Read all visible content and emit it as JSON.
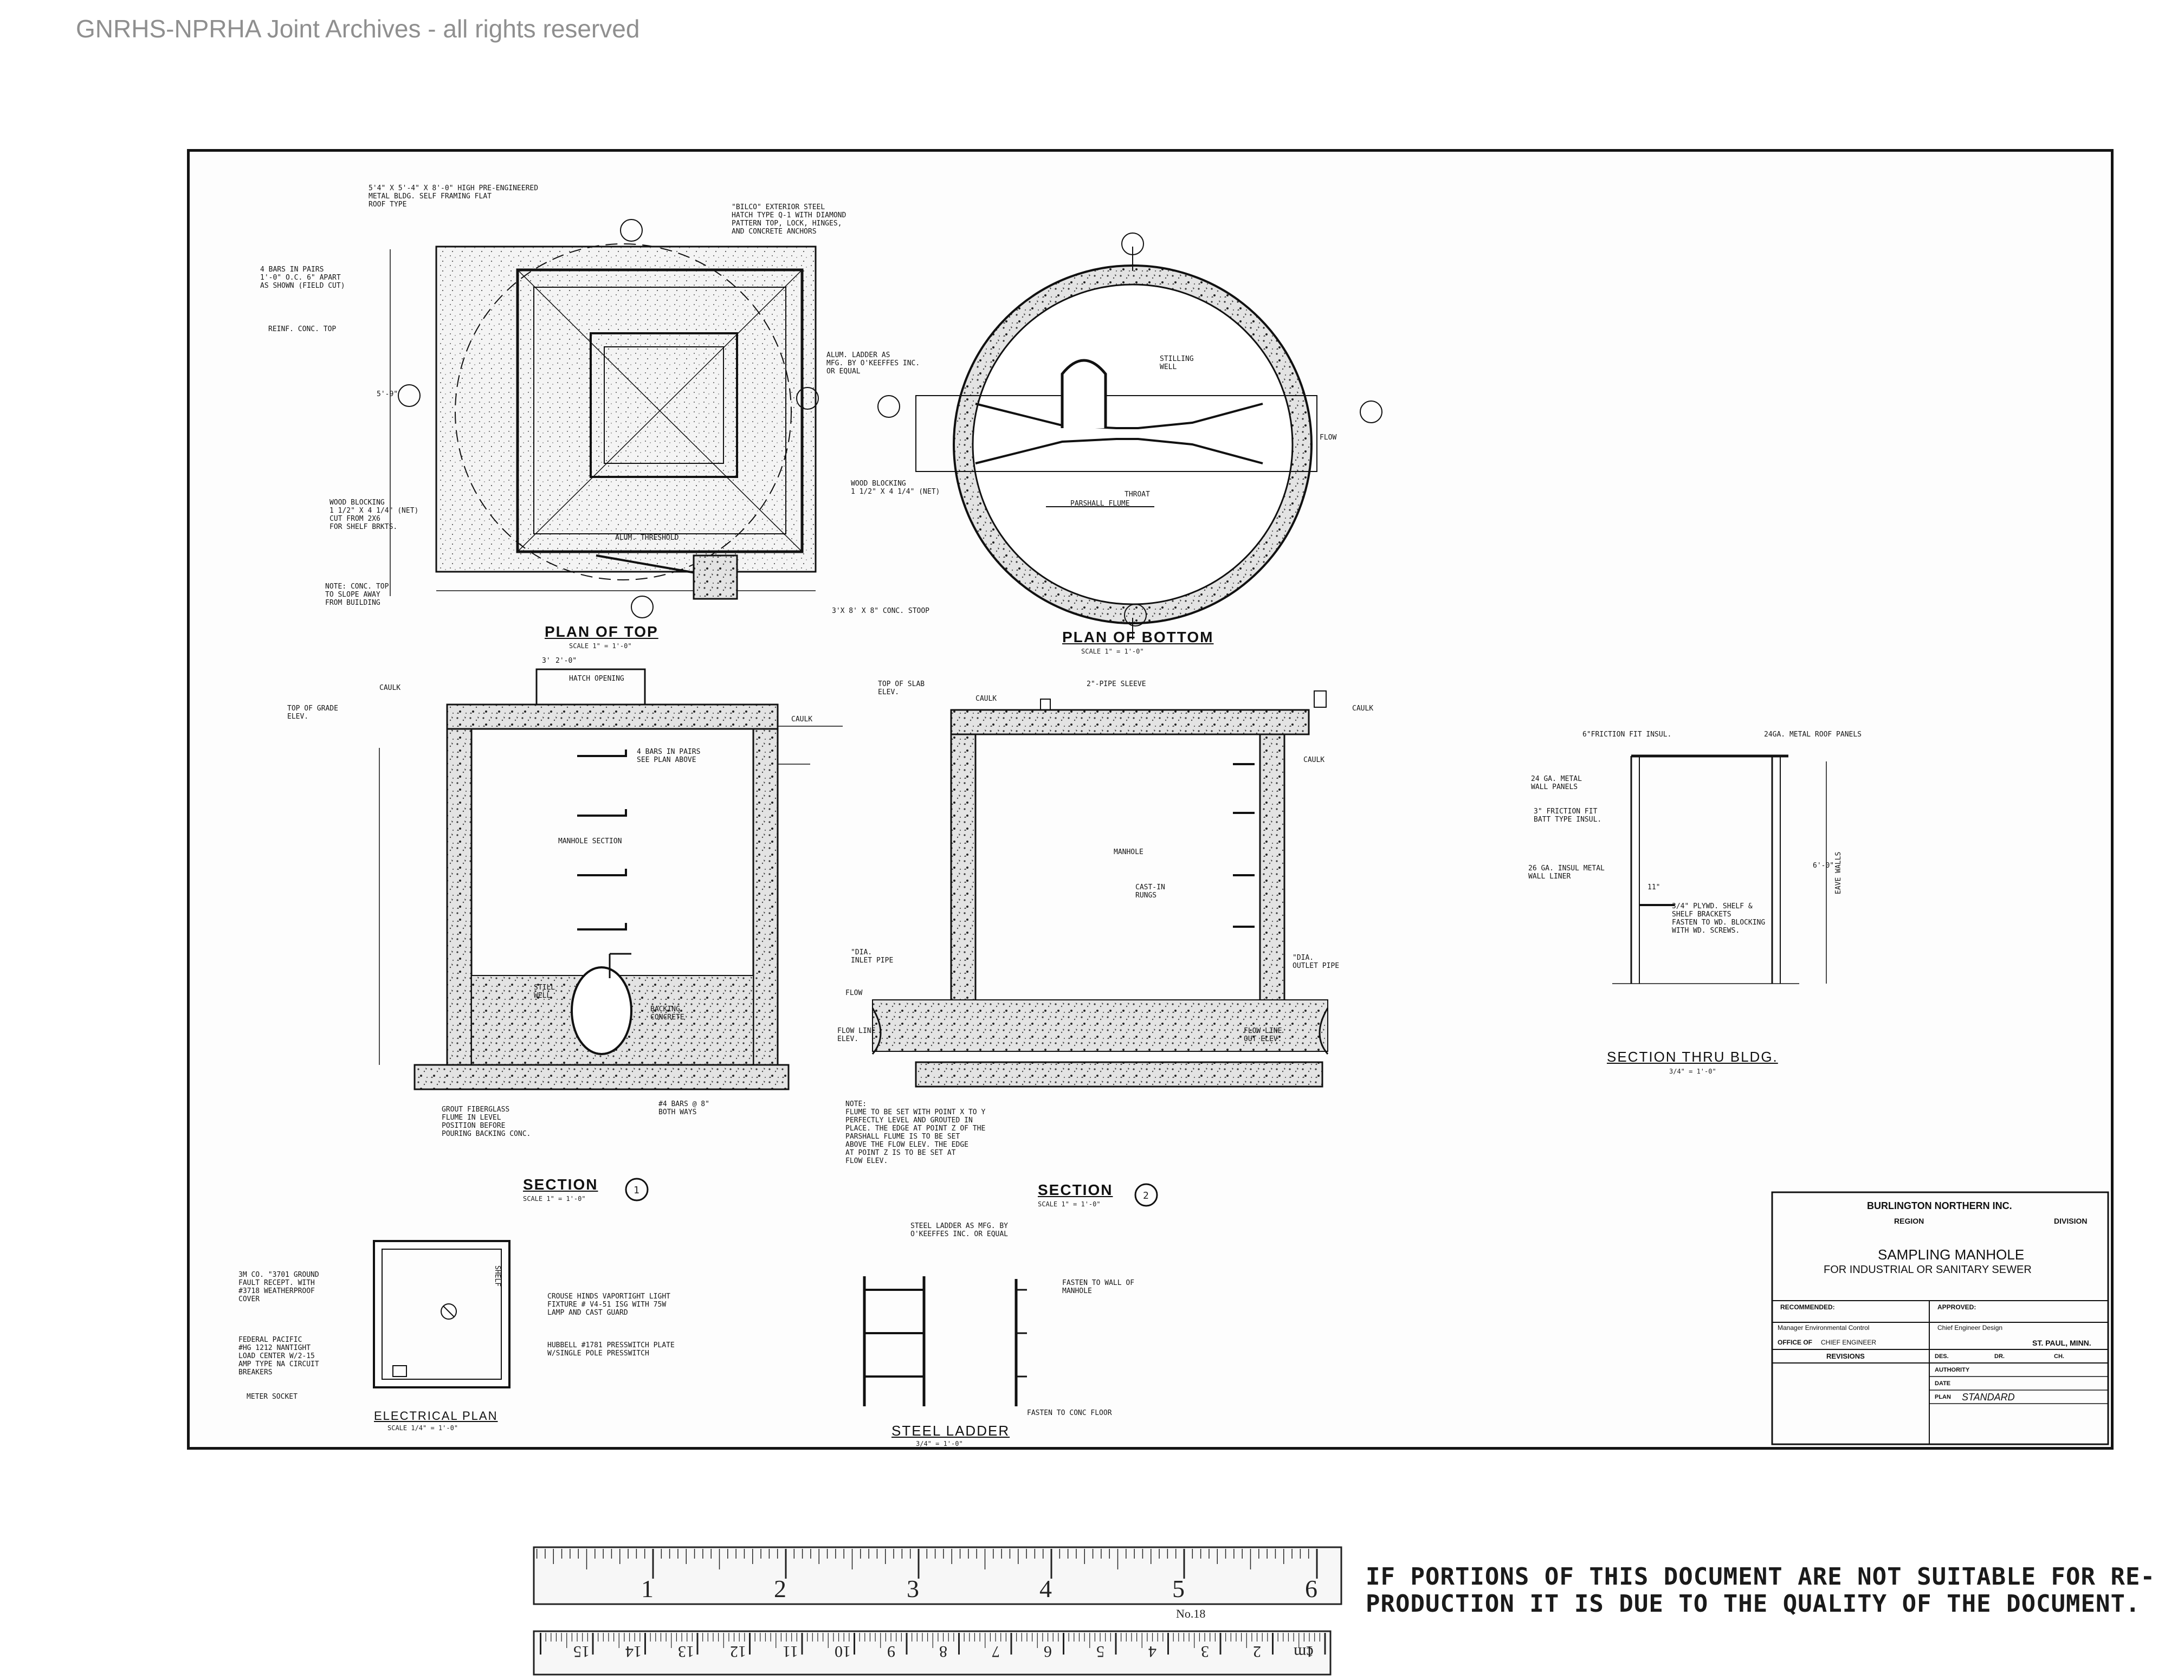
{
  "watermark": "GNRHS-NPRHA Joint Archives - all rights reserved",
  "views": {
    "plan_top": {
      "title": "PLAN OF TOP",
      "scale": "SCALE 1\" = 1'-0\""
    },
    "plan_bottom": {
      "title": "PLAN OF BOTTOM",
      "scale": "SCALE 1\" = 1'-0\""
    },
    "section1": {
      "title": "SECTION",
      "scale": "SCALE 1\" = 1'-0\"",
      "marker": "1"
    },
    "section2": {
      "title": "SECTION",
      "scale": "SCALE 1\" = 1'-0\"",
      "marker": "2"
    },
    "section_bldg": {
      "title": "SECTION THRU BLDG.",
      "scale": "3/4\" = 1'-0\""
    },
    "electrical": {
      "title": "ELECTRICAL PLAN",
      "scale": "SCALE 1/4\" = 1'-0\""
    },
    "ladder": {
      "title": "STEEL LADDER",
      "scale": "3/4\" = 1'-0\""
    }
  },
  "notes": {
    "bldg": "5'4\" x 5'-4\" x 8'-0\" HIGH PRE-ENGINEERED\nMETAL BLDG. SELF FRAMING FLAT\nROOF TYPE",
    "hatch": "\"BILCO\" EXTERIOR STEEL\nHATCH TYPE Q-1 WITH DIAMOND\nPATTERN TOP, LOCK, HINGES,\nAND CONCRETE ANCHORS",
    "bars": "4 BARS IN PAIRS\n1'-0\" O.C. 6\" APART\nAS SHOWN (FIELD CUT)",
    "reinf": "REINF. CONC. TOP",
    "ladder_note": "ALUM. LADDER AS\nMFG. BY O'KEEFFES INC.\nOR EQUAL",
    "wood_blocking_left": "WOOD BLOCKING\n1 1/2\" x 4 1/4\" (NET)\nCUT FROM 2x6\nFOR SHELF BRKTS.",
    "wood_blocking_right": "WOOD BLOCKING\n1 1/2\" x 4 1/4\" (NET)",
    "conc_top": "NOTE: CONC. TOP\nTO SLOPE AWAY\nFROM BUILDING",
    "stoop": "3'x 8' x 8\" CONC. STOOP",
    "threshold": "ALUM. THRESHOLD",
    "stilling": "STILLING\nWELL",
    "parshall": "PARSHALL FLUME",
    "flow": "FLOW",
    "throat": "THROAT",
    "dim_5_9": "5'-9\"",
    "dim_2_0": "2'-0\"",
    "dim_3": "3'",
    "caulk": "CAULK",
    "top_grade": "TOP OF GRADE\nELEV.",
    "top_slab": "TOP OF SLAB\nELEV.",
    "pipe_sleeve": "2\"-PIPE SLEEVE",
    "hatch_opening": "HATCH OPENING",
    "bars_fwd": "4 BARS IN PAIRS\nSEE PLAN ABOVE",
    "manhole_section": "MANHOLE SECTION",
    "manhole": "MANHOLE",
    "cast_in": "CAST-IN\nRUNGS",
    "inlet": "\"DIA.\nINLET PIPE",
    "outlet": "\"DIA.\nOUTLET PIPE",
    "still_well": "STILL\nWELL",
    "backing": "BACKING\nCONCRETE",
    "grout": "GROUT FIBERGLASS\nFLUME IN LEVEL\nPOSITION BEFORE\nPOURING BACKING CONC.",
    "bars_both": "#4 BARS @ 8\"\nBOTH WAYS",
    "flow_line": "FLOW LINE\nELEV.",
    "flow_line_out": "FLOW LINE\nOUT ELEV.",
    "note_flume": "NOTE:\nFLUME TO BE SET WITH POINT X TO Y\nPERFECTLY LEVEL AND GROUTED IN\nPLACE. THE EDGE AT POINT Z OF THE\nPARSHALL FLUME IS TO BE SET\nABOVE THE FLOW ELEV. THE EDGE\nAT POINT Z IS TO BE SET AT\nFLOW ELEV.",
    "friction_fit": "6\"FRICTION FIT INSUL.",
    "metal_roof": "24GA. METAL ROOF PANELS",
    "wall_panels": "24 GA. METAL\nWALL PANELS",
    "batt": "3\" FRICTION FIT\nBATT TYPE INSUL.",
    "wall_liner": "26 GA. INSUL METAL\nWALL LINER",
    "shelf": "3/4\" PLYWD. SHELF &\nSHELF BRACKETS\nFASTEN TO WD. BLOCKING\nWITH WD. SCREWS.",
    "dim_11": "11\"",
    "dim_6_0": "6'-0\"",
    "eave": "EAVE WALLS",
    "gfi": "3M CO. \"3701 GROUND\nFAULT RECEPT. WITH\n#3718 WEATHERPROOF\nCOVER",
    "light": "CROUSE HINDS VAPORTIGHT LIGHT\nFIXTURE # V4-51 ISG WITH 75W\nLAMP AND CAST GUARD",
    "load_center": "FEDERAL PACIFIC\n#HG 1212 NANTIGHT\nLOAD CENTER W/2-15\nAMP TYPE NA CIRCUIT\nBREAKERS",
    "switch": "HUBBELL #1781 PRESSWITCH PLATE\nW/SINGLE POLE PRESSWITCH",
    "meter": "METER SOCKET",
    "shelf_label": "SHELF",
    "steel_ladder_note": "STEEL LADDER AS MFG. BY\nO'KEEFFES INC. OR EQUAL",
    "fasten_wall": "FASTEN TO WALL OF\nMANHOLE",
    "fasten_floor": "FASTEN TO CONC FLOOR"
  },
  "title_block": {
    "company": "BURLINGTON NORTHERN INC.",
    "region": "REGION",
    "division": "DIVISION",
    "title": "SAMPLING MANHOLE",
    "subtitle": "FOR INDUSTRIAL OR SANITARY SEWER",
    "recommended": "RECOMMENDED:",
    "approved": "APPROVED:",
    "manager": "Manager Environmental Control",
    "chief": "Chief Engineer Design",
    "office": "OFFICE OF",
    "office_name": "CHIEF ENGINEER",
    "city": "ST. PAUL, MINN.",
    "revisions": "REVISIONS",
    "des": "DES.",
    "dr": "DR.",
    "ch": "CH.",
    "authority": "AUTHORITY",
    "date": "DATE",
    "plan_label": "PLAN",
    "plan_value": "STANDARD"
  },
  "ruler": {
    "inches": [
      "1",
      "2",
      "3",
      "4",
      "5",
      "6"
    ],
    "cm": [
      "1",
      "2",
      "3",
      "4",
      "5",
      "6",
      "7",
      "8",
      "9",
      "10",
      "11",
      "12",
      "13",
      "14",
      "15"
    ],
    "cm_unit": "cm",
    "model": "No.18"
  },
  "disclaimer": "IF PORTIONS OF THIS DOCUMENT ARE NOT SUITABLE FOR RE-\nPRODUCTION IT IS DUE TO THE QUALITY OF THE DOCUMENT."
}
